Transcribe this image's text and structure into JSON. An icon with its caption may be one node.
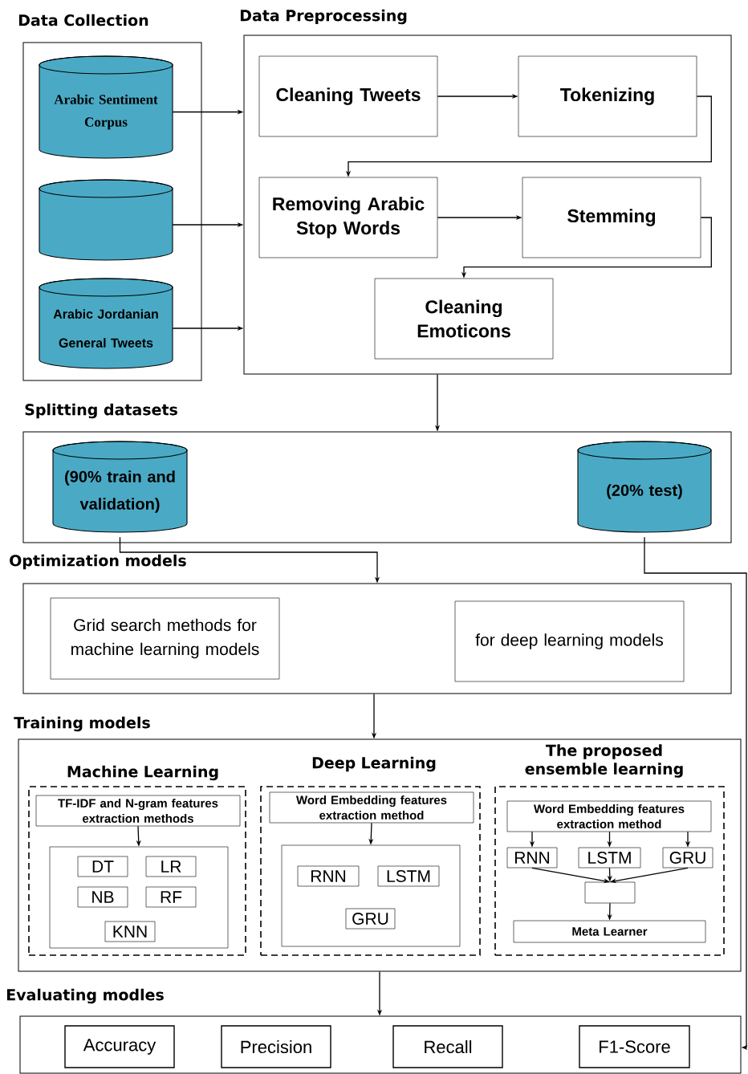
{
  "diagram": {
    "nodes": [
      {
        "text": [
          "Data Collection"
        ]
      },
      {
        "text": [
          "Arabic Sentiment Corpus"
        ],
        "in": 0
      },
      {
        "text": [],
        "shape": "cylinder",
        "in": 0
      },
      {
        "text": [
          "Arabic Jordanian General Tweets"
        ],
        "in": 0
      },
      {
        "text": [
          "Data Preprocessing"
        ]
      },
      {
        "text": [
          "Cleaning Tweets"
        ],
        "in": 4
      },
      {
        "text": [
          "Tokenizing"
        ],
        "in": 4
      },
      {
        "text": [
          "Removing Arabic Stop Words"
        ],
        "in": 4
      },
      {
        "text": [
          "Stemming"
        ],
        "in": 4
      },
      {
        "text": [
          "Cleaning Emoticons"
        ],
        "in": 4
      },
      {
        "text": [
          "Splitting datasets"
        ]
      },
      {
        "text": [
          "(90% train and validation)"
        ],
        "in": 10
      },
      {
        "text": [
          "(20% test)"
        ],
        "in": 10
      },
      {
        "text": [
          "Optimization models"
        ]
      },
      {
        "text": [
          "Grid search methods for machine learning models"
        ],
        "in": 13
      },
      {
        "text": [
          "for deep learning models"
        ],
        "in": 13
      },
      {
        "text": [
          "Training models"
        ]
      },
      {
        "text": [
          "Machine Learning"
        ],
        "in": 16
      },
      {
        "text": [
          "TF-IDF and N-gram  features extraction methods"
        ],
        "in": 17
      },
      {
        "text": [],
        "shape": "box",
        "in": 17
      },
      {
        "text": [
          "DT"
        ],
        "in": 19
      },
      {
        "text": [
          "LR"
        ],
        "in": 19
      },
      {
        "text": [
          "NB"
        ],
        "in": 19
      },
      {
        "text": [
          "RF"
        ],
        "in": 19
      },
      {
        "text": [
          "KNN"
        ],
        "in": 19
      },
      {
        "text": [
          "Deep Learning"
        ],
        "in": 16
      },
      {
        "text": [
          "Word Embedding features extraction method"
        ],
        "in": 25
      },
      {
        "text": [],
        "shape": "box",
        "in": 25
      },
      {
        "text": [
          "RNN"
        ],
        "in": 27
      },
      {
        "text": [
          "LSTM"
        ],
        "in": 27
      },
      {
        "text": [
          "GRU"
        ],
        "in": 27
      },
      {
        "text": [
          "The proposed ensemble learning"
        ],
        "in": 16
      },
      {
        "text": [
          "Word Embedding features extraction method"
        ],
        "in": 31
      },
      {
        "text": [
          "RNN"
        ],
        "in": 31
      },
      {
        "text": [
          "LSTM"
        ],
        "in": 31
      },
      {
        "text": [
          "GRU"
        ],
        "in": 31
      },
      {
        "text": [],
        "shape": "box",
        "in": 31
      },
      {
        "text": [
          "Meta Learner"
        ],
        "in": 31
      },
      {
        "text": [
          "Evaluating modles"
        ]
      },
      {
        "text": [
          "Accuracy"
        ],
        "in": 38
      },
      {
        "text": [
          "Precision"
        ],
        "in": 38
      },
      {
        "text": [
          "Recall"
        ],
        "in": 38
      },
      {
        "text": [
          "F1-Score"
        ],
        "in": 38
      }
    ],
    "edges": [
      {
        "from": 1,
        "to": 4,
        "arrow": "to"
      },
      {
        "from": 2,
        "to": 4,
        "arrow": "to"
      },
      {
        "from": 3,
        "to": 4,
        "arrow": "to"
      },
      {
        "from": 5,
        "to": 6,
        "arrow": "to"
      },
      {
        "from": 6,
        "to": 7,
        "arrow": "to"
      },
      {
        "from": 7,
        "to": 8,
        "arrow": "to"
      },
      {
        "from": 8,
        "to": 9,
        "arrow": "to"
      },
      {
        "from": 4,
        "to": 10,
        "arrow": "to"
      },
      {
        "from": 11,
        "to": 13,
        "arrow": "to"
      },
      {
        "from": 12,
        "to": 38,
        "arrow": "to"
      },
      {
        "from": 13,
        "to": 16,
        "arrow": "to"
      },
      {
        "from": 16,
        "to": 38,
        "arrow": "to"
      },
      {
        "from": 18,
        "to": 19,
        "arrow": "to"
      },
      {
        "from": 26,
        "to": 27,
        "arrow": "to"
      },
      {
        "from": 32,
        "to": 33,
        "arrow": "to"
      },
      {
        "from": 32,
        "to": 34,
        "arrow": "to"
      },
      {
        "from": 32,
        "to": 35,
        "arrow": "to"
      },
      {
        "from": 33,
        "to": 36,
        "arrow": "to"
      },
      {
        "from": 34,
        "to": 36,
        "arrow": "to"
      },
      {
        "from": 35,
        "to": 36,
        "arrow": "to"
      },
      {
        "from": 36,
        "to": 37,
        "arrow": "to"
      }
    ]
  }
}
